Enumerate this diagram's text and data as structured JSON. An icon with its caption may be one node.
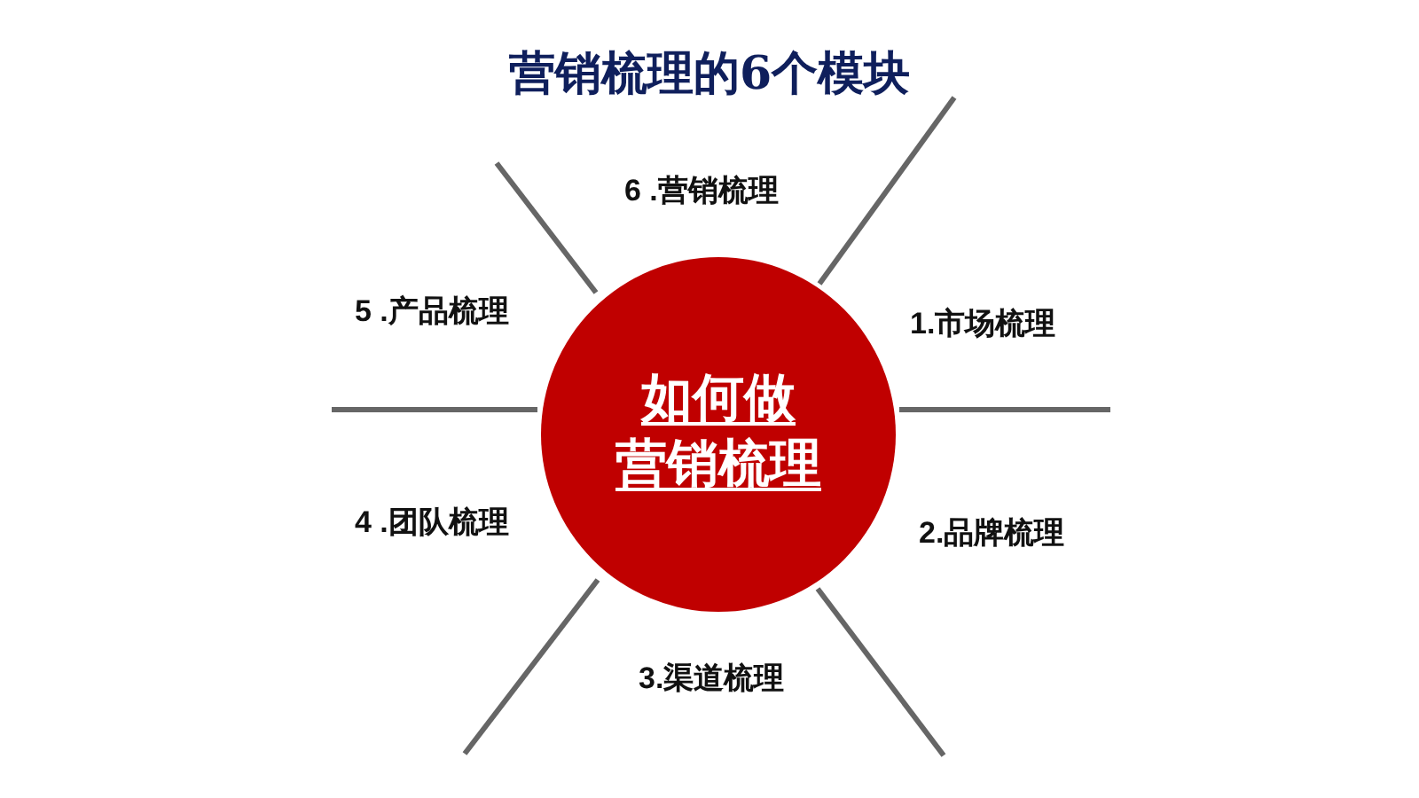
{
  "diagram": {
    "title": "营销梳理的6个模块",
    "nodes": [
      {
        "text": [
          "如何做营销梳理"
        ]
      }
    ],
    "labels": [
      "6 .营销梳理",
      "5 .产品梳理",
      "1.市场梳理",
      "4 .团队梳理",
      "2.品牌梳理",
      "3.渠道梳理"
    ]
  }
}
